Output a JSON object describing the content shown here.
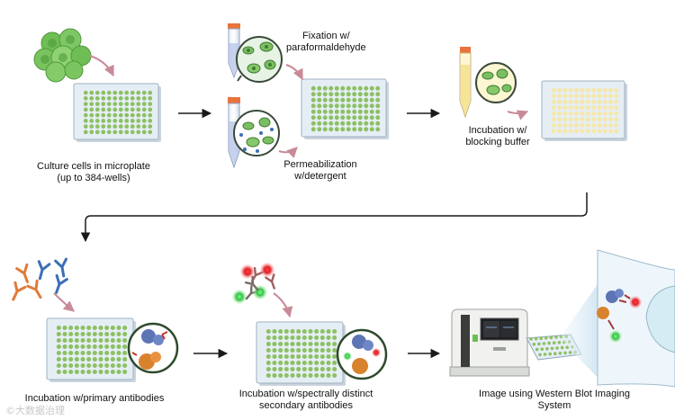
{
  "steps": {
    "culture": {
      "line1": "Culture cells in microplate",
      "line2": "(up to 384-wells)"
    },
    "fixation": {
      "line1": "Fixation w/",
      "line2": "paraformaldehyde"
    },
    "permeabilization": {
      "line1": "Permeabilization",
      "line2": "w/detergent"
    },
    "blocking": {
      "line1": "Incubation w/",
      "line2": "blocking buffer"
    },
    "primary": {
      "line1": "Incubation w/primary antibodies"
    },
    "secondary": {
      "line1": "Incubation w/spectrally distinct",
      "line2": "secondary antibodies"
    },
    "imaging": {
      "line1": "Image using Western Blot Imaging",
      "line2": "System"
    }
  },
  "watermark": "©大数据治理",
  "colors": {
    "well_green": "#8cc063",
    "plate_frame": "#e6eef5",
    "arrow": "#1a1a1a",
    "pink_arrow": "#c98a98",
    "tube_cap": "#e8743b",
    "blue_antibody": "#3b6fb6",
    "orange_antibody": "#e07b39",
    "red_signal": "#e0252c",
    "green_signal": "#35c04a"
  }
}
